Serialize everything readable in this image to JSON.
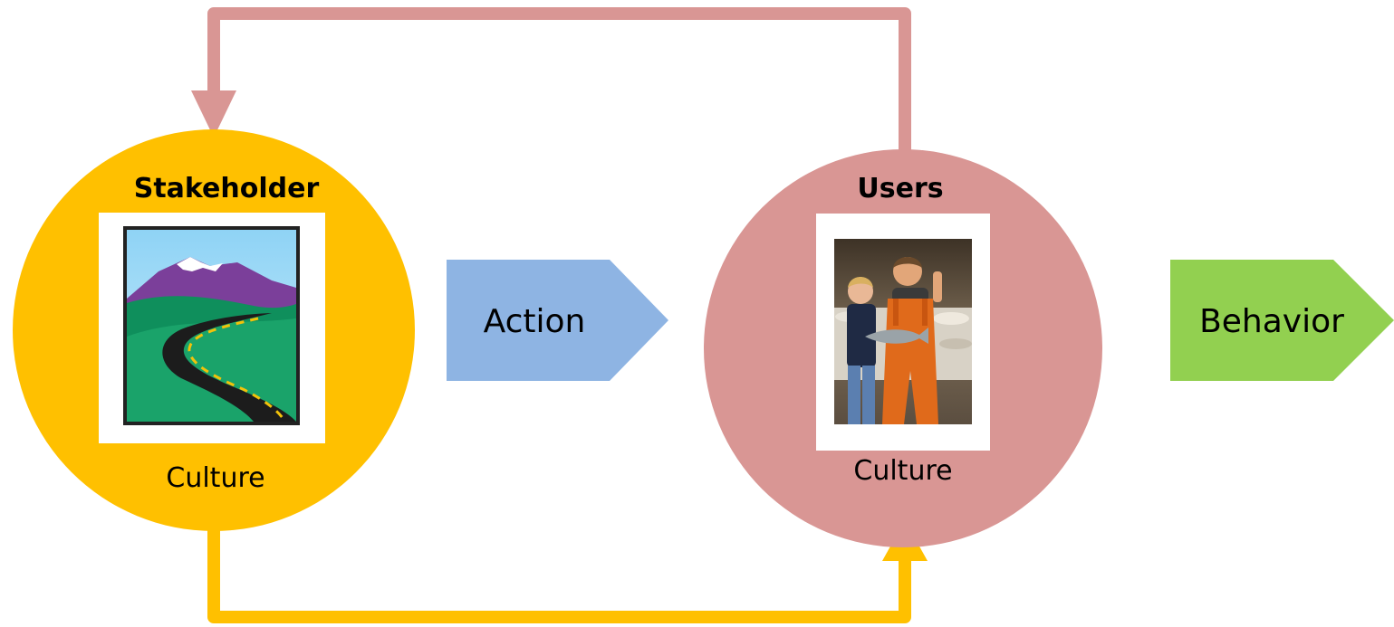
{
  "stakeholder": {
    "title": "Stakeholder",
    "footer": "Culture",
    "image_icon": "mountain-road-logo-image",
    "circle_color": "#FFC000"
  },
  "users": {
    "title": "Users",
    "footer": "Culture",
    "image_icon": "fishmonger-photo-image",
    "circle_color": "#D99694"
  },
  "action": {
    "label": "Action",
    "color": "#8EB4E3"
  },
  "behavior": {
    "label": "Behavior",
    "color": "#92D050"
  },
  "connectors": {
    "feedback_color": "#D99694",
    "influence_color": "#FFC000"
  }
}
